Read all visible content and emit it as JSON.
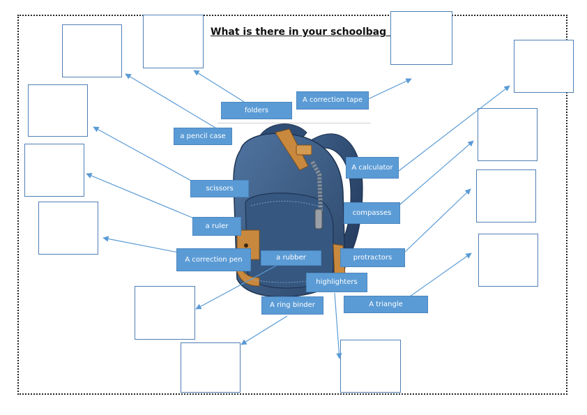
{
  "worksheet": {
    "title": "What is there in your schoolbag ?",
    "labels": {
      "folders": "folders",
      "correction_tape": "A correction tape",
      "pencil_case": "a pencil case",
      "calculator": "A calculator",
      "scissors": "scissors",
      "compasses": "compasses",
      "ruler": "a ruler",
      "correction_pen": "A correction pen",
      "rubber": "a rubber",
      "protractors": "protractors",
      "highlighters": "highlighters",
      "ring_binder": "A ring binder",
      "triangle": "A triangle"
    },
    "colors": {
      "label_fill": "#5b9bd5",
      "box_border": "#4f7fb5",
      "backpack_main": "#3a5a82",
      "backpack_strap": "#c8893f"
    }
  }
}
